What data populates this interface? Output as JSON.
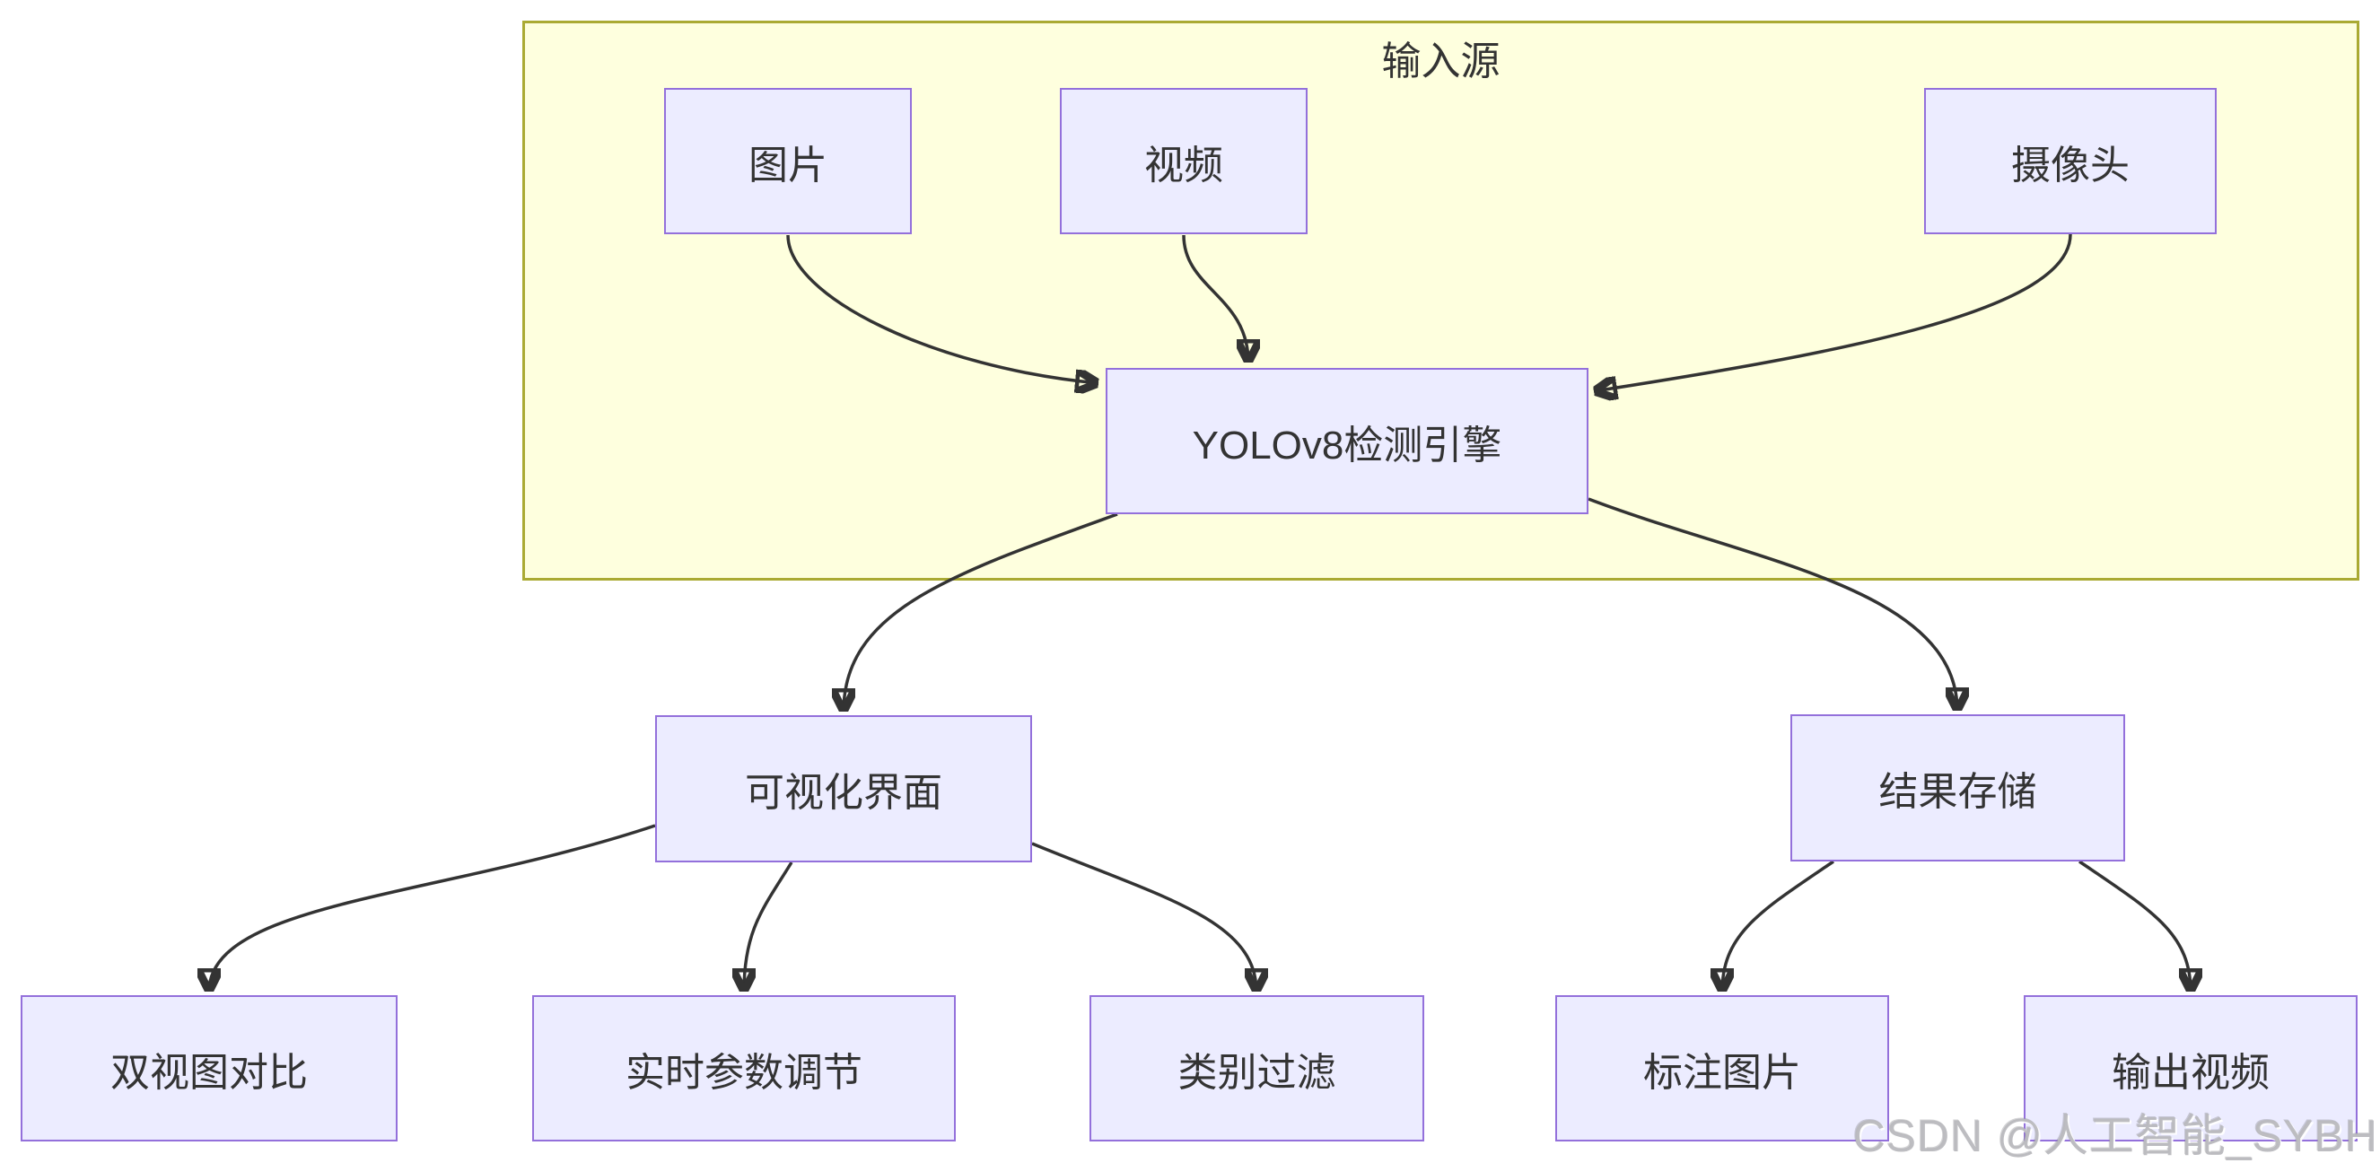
{
  "diagram": {
    "type": "flowchart",
    "cluster": {
      "title": "输入源"
    },
    "nodes": {
      "image": {
        "label": "图片"
      },
      "video": {
        "label": "视频"
      },
      "camera": {
        "label": "摄像头"
      },
      "engine": {
        "label": "YOLOv8检测引擎"
      },
      "ui": {
        "label": "可视化界面"
      },
      "storage": {
        "label": "结果存储"
      },
      "dual_view": {
        "label": "双视图对比"
      },
      "param_tuning": {
        "label": "实时参数调节"
      },
      "class_filter": {
        "label": "类别过滤"
      },
      "annotated_images": {
        "label": "标注图片"
      },
      "output_video": {
        "label": "输出视频"
      }
    },
    "edges": [
      {
        "from": "图片",
        "to": "YOLOv8检测引擎"
      },
      {
        "from": "视频",
        "to": "YOLOv8检测引擎"
      },
      {
        "from": "摄像头",
        "to": "YOLOv8检测引擎"
      },
      {
        "from": "YOLOv8检测引擎",
        "to": "可视化界面"
      },
      {
        "from": "YOLOv8检测引擎",
        "to": "结果存储"
      },
      {
        "from": "可视化界面",
        "to": "双视图对比"
      },
      {
        "from": "可视化界面",
        "to": "实时参数调节"
      },
      {
        "from": "可视化界面",
        "to": "类别过滤"
      },
      {
        "from": "结果存储",
        "to": "标注图片"
      },
      {
        "from": "结果存储",
        "to": "输出视频"
      }
    ],
    "colors": {
      "node_fill": "#ececff",
      "node_border": "#9370db",
      "cluster_fill": "#feffde",
      "cluster_border": "#aaaa33",
      "edge": "#333333",
      "text": "#333333"
    }
  },
  "watermark": {
    "text": "CSDN @人工智能_SYBH"
  }
}
